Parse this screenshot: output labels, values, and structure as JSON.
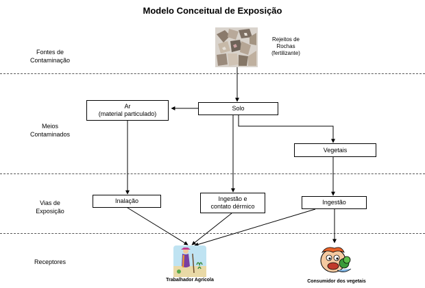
{
  "title": "Modelo Conceitual de Exposição",
  "rows": {
    "fontes": [
      "Fontes de",
      "Contaminação"
    ],
    "meios": [
      "Meios",
      "Contaminados"
    ],
    "vias": [
      "Vias de",
      "Exposição"
    ],
    "receptores": [
      "Receptores"
    ]
  },
  "source": {
    "lines": [
      "Rejeitos de",
      "Rochas",
      "(fertilizante)"
    ],
    "image_icon": "rock-pile-icon"
  },
  "boxes": {
    "ar": [
      "Ar",
      "(material particulado)"
    ],
    "solo": "Solo",
    "vegetais": "Vegetais",
    "inalacao": "Inalação",
    "ingestao_contato": [
      "Ingestão e",
      "contato dérmico"
    ],
    "ingestao": "Ingestão"
  },
  "receptors": {
    "trabalhador": "Trabalhador Agrícola",
    "consumidor": "Consumidor dos vegetais"
  },
  "colors": {
    "line": "#000000",
    "divider": "#555555"
  }
}
